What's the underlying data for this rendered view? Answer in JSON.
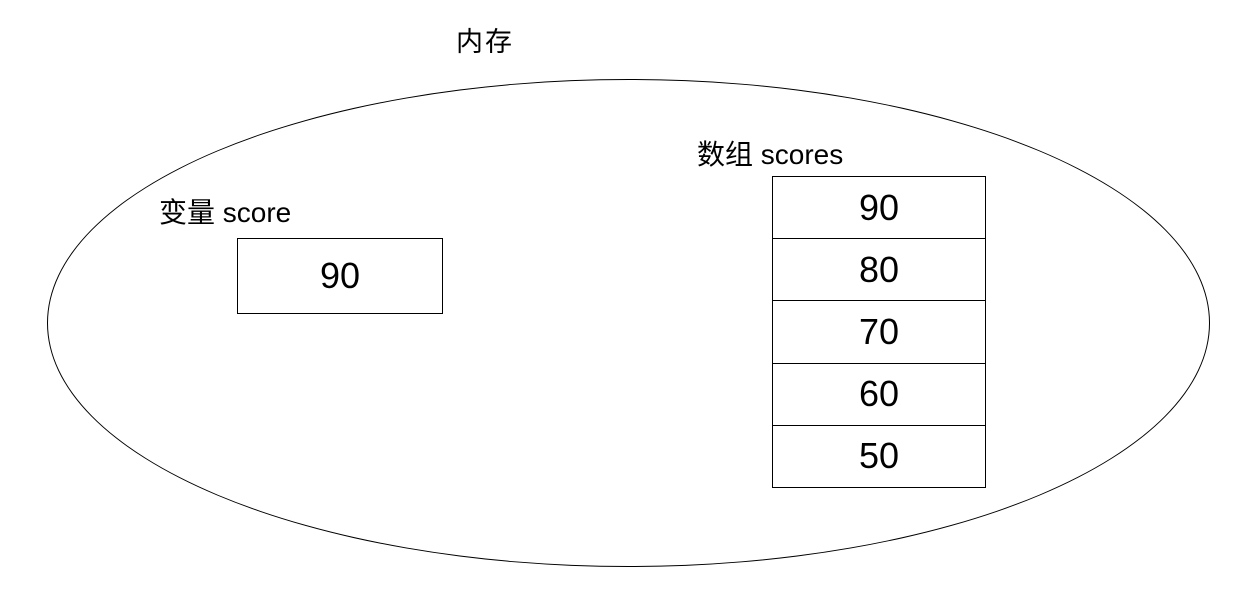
{
  "title": "内存",
  "variable": {
    "label": "变量 score",
    "value": "90"
  },
  "array": {
    "label": "数组 scores",
    "values": [
      "90",
      "80",
      "70",
      "60",
      "50"
    ]
  },
  "colors": {
    "background": "#ffffff",
    "line": "#000000",
    "text": "#000000"
  }
}
